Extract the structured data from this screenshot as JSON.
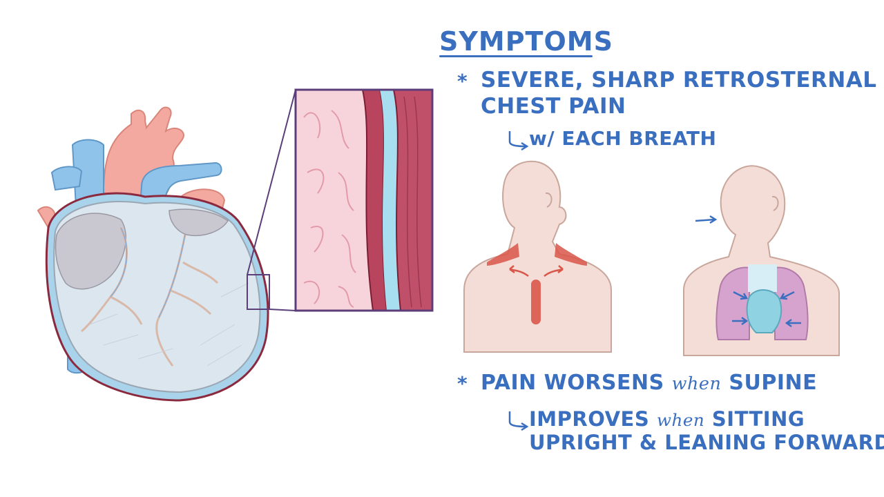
{
  "symptoms": {
    "title": "SYMPTOMS",
    "bullet_mark": "*",
    "item1_line1": "SEVERE, SHARP RETROSTERNAL",
    "item1_line2": "CHEST PAIN",
    "item1_sub": "w/ EACH BREATH",
    "item2_part1": "PAIN WORSENS",
    "item2_when": "when",
    "item2_part2": "SUPINE",
    "item2_sub_part1": "IMPROVES",
    "item2_sub_when": "when",
    "item2_sub_part2": "SITTING",
    "item2_sub_line2": "UPRIGHT & LEANING FORWARD"
  },
  "colors": {
    "text_blue": "#3a6fc0",
    "skin": "#f4ddd6",
    "pericardium": "#8b2a3f",
    "vessel_blue": "#8fc3ea",
    "aorta_pink": "#f4a9a0",
    "lung_purple": "#d6a3cf",
    "heart_fill": "#dbe6ef",
    "pain_red": "#d9564a"
  },
  "icons": [
    "heart-illustration",
    "pericardium-zoom-inset",
    "person-neck-pain-illustration",
    "person-breathing-illustration",
    "asterisk-icon",
    "hook-arrow-icon"
  ]
}
